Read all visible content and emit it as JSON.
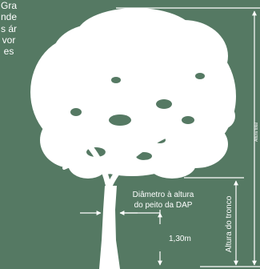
{
  "colors": {
    "background": "#557963",
    "foreground": "#ffffff"
  },
  "side_text": "Grandes árvores",
  "labels": {
    "dap_line1": "Diâmetro à altura",
    "dap_line2": "do peito da DAP",
    "breast_height": "1,30m",
    "trunk_height": "Altura do tronco",
    "total_height": "Altura total"
  }
}
